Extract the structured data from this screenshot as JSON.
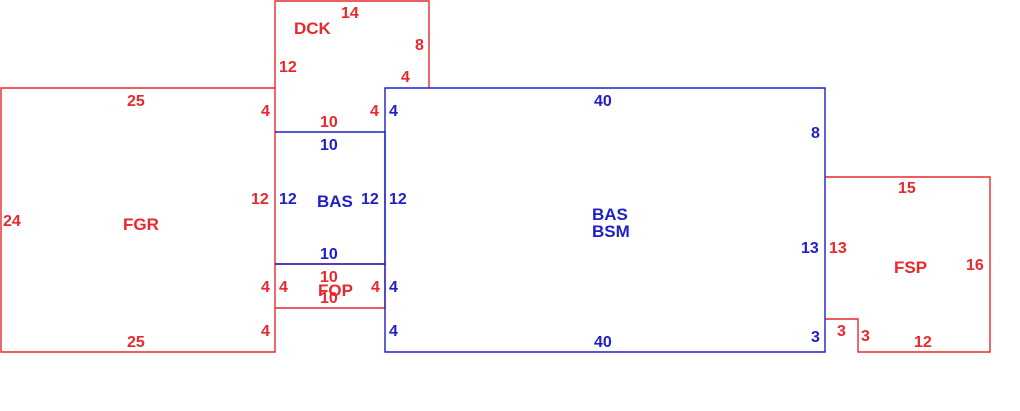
{
  "colors": {
    "red": "#e8282d",
    "blue": "#1f1fc8",
    "background": "#ffffff"
  },
  "areas": {
    "dck": "DCK",
    "fgr": "FGR",
    "bas_small": "BAS",
    "fop": "FOP",
    "bas_main": "BAS",
    "bsm_main": "BSM",
    "fsp": "FSP"
  },
  "dims": {
    "dck_top": "14",
    "dck_right": "8",
    "dck_left": "12",
    "dck_step": "4",
    "dck_bottom": "10",
    "dck_step2": "4",
    "fgr_top": "25",
    "fgr_right_upper": "4",
    "fgr_left": "24",
    "fgr_right_mid": "12",
    "fgr_right_lower": "4",
    "fgr_right_bottom": "4",
    "fgr_bottom": "25",
    "bas_small_top": "10",
    "bas_small_left": "12",
    "bas_small_right": "12",
    "bas_small_bottom": "10",
    "fop_top": "10",
    "fop_left": "4",
    "fop_right": "4",
    "fop_bottom": "10",
    "bas_top": "40",
    "bas_left_upper": "4",
    "bas_left_mid": "12",
    "bas_left_lower": "4",
    "bas_left_bottom": "4",
    "bas_right_upper": "8",
    "bas_right_mid": "13",
    "bas_right_lower": "3",
    "bas_bottom": "40",
    "fsp_top": "15",
    "fsp_left": "13",
    "fsp_right": "16",
    "fsp_notch_top": "3",
    "fsp_notch_side": "3",
    "fsp_bottom": "12"
  }
}
